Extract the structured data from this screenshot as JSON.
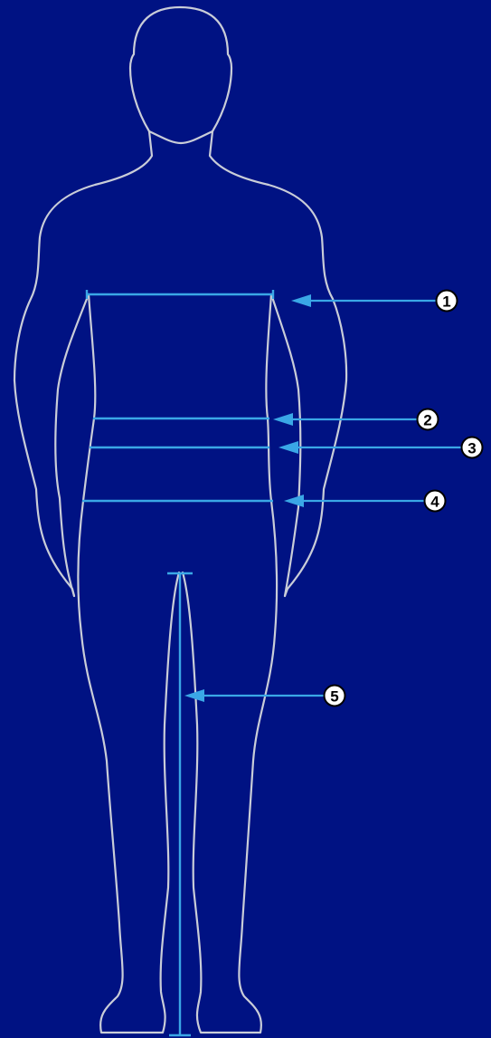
{
  "colors": {
    "background": "#001283",
    "outline": "#c9cdd8",
    "measure": "#3aa7e6",
    "badge_fill": "#ffffff",
    "badge_text": "#000000"
  },
  "markers": [
    {
      "number": "1"
    },
    {
      "number": "2"
    },
    {
      "number": "3"
    },
    {
      "number": "4"
    },
    {
      "number": "5"
    }
  ]
}
